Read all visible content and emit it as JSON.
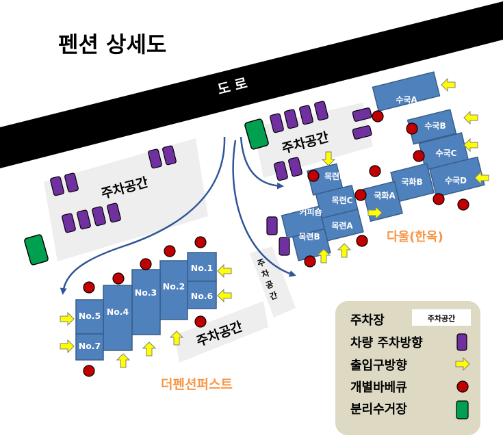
{
  "title": "펜션 상세도",
  "road_label": "도 로",
  "parking_label": "주차공간",
  "parking_label_vertical": [
    "주",
    "차",
    "공",
    "간"
  ],
  "area_names": {
    "pension_first": "더펜션퍼스트",
    "daeul": "다울(한옥)"
  },
  "pension_rooms": [
    "No.1",
    "No.2",
    "No.3",
    "No.4",
    "No.5",
    "No.6",
    "No.7"
  ],
  "hanok_rooms": [
    "수국A",
    "수국B",
    "수국C",
    "수국D",
    "국화A",
    "국화B",
    "목련A",
    "목련B",
    "목련C",
    "목련D",
    "커피숍"
  ],
  "legend": {
    "parking": "주차장",
    "parking_swatch": "주차공간",
    "vehicle": "차량 주차방향",
    "entrance": "출입구방향",
    "bbq": "개별바베큐",
    "recycle": "분리수거장"
  },
  "colors": {
    "building": "#4f81bd",
    "building_border": "#385d8a",
    "car": "#7030a0",
    "arrow": "#ffff00",
    "bbq": "#c00000",
    "recycle": "#00a050",
    "road": "#000000",
    "parking_area": "#eeeeee",
    "area_label": "#f79646",
    "legend_bg": "#ddd9c3",
    "curve": "#2f5597"
  }
}
